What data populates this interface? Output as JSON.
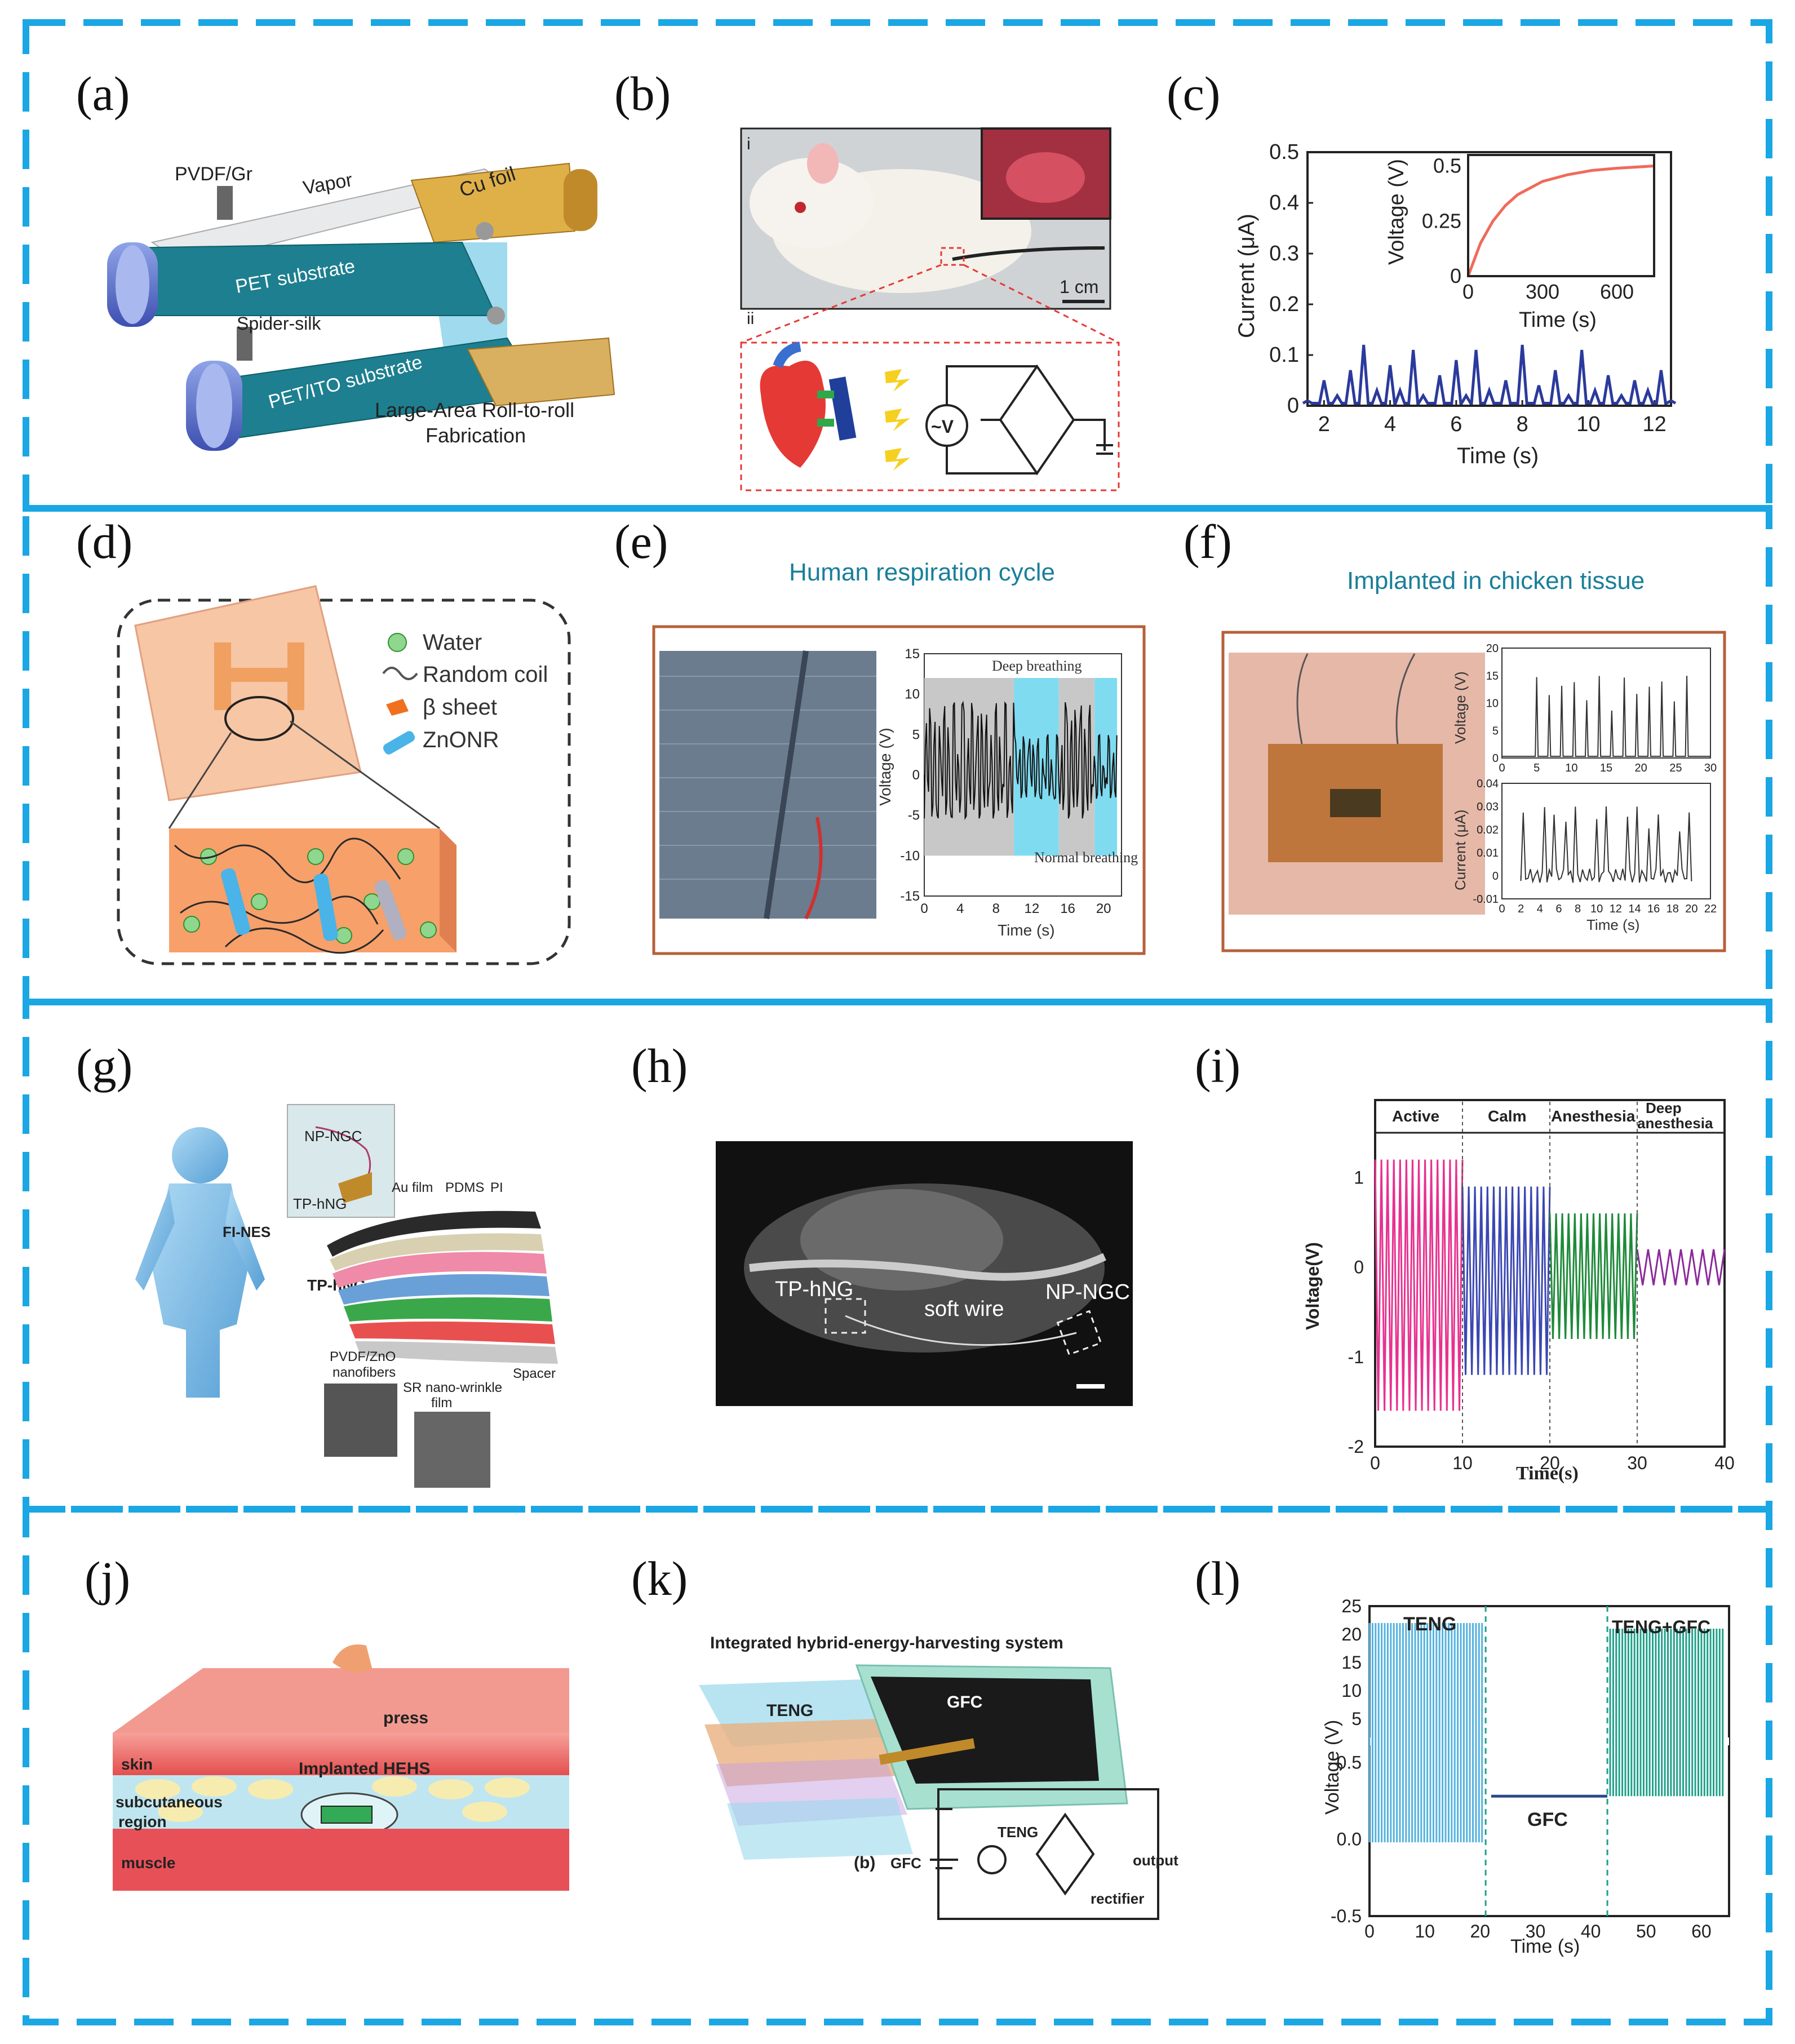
{
  "colors": {
    "dash_border": "#1aa7e4",
    "trace_blue": "#2b3a9c",
    "trace_red": "#f06a5a",
    "active_pink": "#e8318f",
    "calm_blue": "#3b47b3",
    "anesthesia_green": "#1f8a3a",
    "deep_purple": "#8a2a9a",
    "teal": "#20a08a",
    "teng_blue": "#54b2de",
    "e_frame": "#b5613a"
  },
  "panels": {
    "a": {
      "label": "(a)",
      "pvdf": "PVDF/Gr",
      "vapor": "Vapor",
      "cu": "Cu foil",
      "pet": "PET substrate",
      "spider": "Spider-silk",
      "ito": "PET/ITO substrate",
      "fab1": "Large-Area Roll-to-roll",
      "fab2": "Fabrication"
    },
    "b": {
      "label": "(b)",
      "i": "i",
      "ii": "ii",
      "scale": "1 cm",
      "src": "~V"
    },
    "c": {
      "label": "(c)",
      "ylabel": "Current (μA)",
      "xlabel": "Time (s)",
      "inset_ylabel": "Voltage (V)",
      "inset_xlabel": "Time (s)"
    },
    "d": {
      "label": "(d)",
      "legend": [
        "Water",
        "Random coil",
        "β sheet",
        "ZnONR"
      ]
    },
    "e": {
      "label": "(e)",
      "title": "Human respiration cycle",
      "deep": "Deep breathing",
      "normal": "Normal breathing",
      "ylabel": "Voltage (V)",
      "xlabel": "Time (s)"
    },
    "f": {
      "label": "(f)",
      "title": "Implanted in chicken tissue",
      "ylabel1": "Voltage (V)",
      "ylabel2": "Current (μA)",
      "xlabel": "Time (s)"
    },
    "g": {
      "label": "(g)",
      "npngc": "NP-NGC",
      "tphng_top": "TP-hNG",
      "fines": "FI-NES",
      "tphng": "TP-hNG",
      "au": "Au film",
      "pdms": "PDMS",
      "pi": "PI",
      "pvdf1": "PVDF/ZnO",
      "pvdf2": "nanofibers",
      "spacer": "Spacer",
      "sr1": "SR nano-wrinkle",
      "sr2": "film"
    },
    "h": {
      "label": "(h)",
      "tphng": "TP-hNG",
      "wire": "soft wire",
      "npngc": "NP-NGC"
    },
    "i": {
      "label": "(i)",
      "phases": [
        "Active",
        "Calm",
        "Anesthesia",
        "Deep"
      ],
      "phase4b": "anesthesia",
      "ylabel": "Voltage(V)",
      "xlabel": "Time(s)"
    },
    "j": {
      "label": "(j)",
      "press": "press",
      "skin": "skin",
      "implant": "Implanted HEHS",
      "sub1": "subcutaneous",
      "sub2": "region",
      "muscle": "muscle"
    },
    "k": {
      "label": "(k)",
      "title": "Integrated hybrid-energy-harvesting system",
      "teng": "TENG",
      "gfc": "GFC",
      "b": "(b)",
      "gfc2": "GFC",
      "teng2": "TENG",
      "output": "output",
      "rectifier": "rectifier"
    },
    "l": {
      "label": "(l)",
      "teng": "TENG",
      "gfc": "GFC",
      "both": "TENG+GFC",
      "ylabel": "Voltage (V)",
      "xlabel": "Time (s)"
    }
  },
  "chart_data": [
    {
      "panel": "c",
      "type": "line",
      "x": [
        1.5,
        2.0,
        2.4,
        2.8,
        3.2,
        3.6,
        4.0,
        4.3,
        4.7,
        5.0,
        5.5,
        6.0,
        6.3,
        6.6,
        7.0,
        7.5,
        8.0,
        8.5,
        9.0,
        9.4,
        9.8,
        10.2,
        10.6,
        11.0,
        11.4,
        11.8,
        12.2,
        12.5
      ],
      "y": [
        0.01,
        0.05,
        0.02,
        0.07,
        0.12,
        0.03,
        0.08,
        0.03,
        0.11,
        0.02,
        0.06,
        0.09,
        0.02,
        0.11,
        0.03,
        0.05,
        0.12,
        0.04,
        0.07,
        0.02,
        0.11,
        0.03,
        0.06,
        0.02,
        0.05,
        0.03,
        0.07,
        0.01
      ],
      "xlabel": "Time (s)",
      "ylabel": "Current (μA)",
      "xlim": [
        1.5,
        12.5
      ],
      "ylim": [
        0,
        0.5
      ],
      "xticks": [
        2,
        4,
        6,
        8,
        10,
        12
      ],
      "yticks": [
        0,
        0.1,
        0.2,
        0.3,
        0.4,
        0.5
      ],
      "inset": {
        "x": [
          0,
          50,
          100,
          150,
          200,
          300,
          400,
          500,
          600,
          750
        ],
        "y": [
          0,
          0.15,
          0.25,
          0.32,
          0.37,
          0.43,
          0.46,
          0.48,
          0.49,
          0.5
        ],
        "xlabel": "Time (s)",
        "ylabel": "Voltage (V)",
        "xticks": [
          0,
          300,
          600
        ],
        "yticks": [
          0,
          0.25,
          0.5
        ],
        "xlim": [
          0,
          750
        ],
        "ylim": [
          0,
          0.55
        ]
      }
    },
    {
      "panel": "e",
      "type": "line",
      "xlabel": "Time (s)",
      "ylabel": "Voltage (V)",
      "xlim": [
        0,
        22
      ],
      "ylim": [
        -15,
        15
      ],
      "xticks": [
        0,
        4,
        8,
        12,
        16,
        20
      ],
      "yticks": [
        -15,
        -10,
        -5,
        0,
        5,
        10,
        15
      ],
      "regions": [
        {
          "from": 0,
          "to": 10,
          "kind": "deep"
        },
        {
          "from": 10,
          "to": 15,
          "kind": "normal"
        },
        {
          "from": 15,
          "to": 19,
          "kind": "deep"
        },
        {
          "from": 19,
          "to": 21.5,
          "kind": "normal"
        }
      ]
    },
    {
      "panel": "f",
      "type": "line",
      "xlabel": "Time (s)",
      "voltage": {
        "ylabel": "Voltage (V)",
        "xlim": [
          0,
          30
        ],
        "ylim": [
          0,
          20
        ],
        "xticks": [
          0,
          5,
          10,
          15,
          20,
          25,
          30
        ],
        "yticks": [
          0,
          5,
          10,
          15,
          20
        ]
      },
      "current": {
        "ylabel": "Current (μA)",
        "xlim": [
          0,
          22
        ],
        "ylim": [
          -0.01,
          0.04
        ],
        "xticks": [
          0,
          2,
          4,
          6,
          8,
          10,
          12,
          14,
          16,
          18,
          20,
          22
        ],
        "yticks": [
          -0.01,
          0,
          0.01,
          0.02,
          0.03,
          0.04
        ]
      }
    },
    {
      "panel": "i",
      "type": "line",
      "xlabel": "Time(s)",
      "ylabel": "Voltage(V)",
      "xlim": [
        0,
        40
      ],
      "ylim": [
        -2,
        1.5
      ],
      "xticks": [
        0,
        10,
        20,
        30,
        40
      ],
      "yticks": [
        -2,
        -1,
        0,
        1
      ],
      "series": [
        {
          "name": "Active",
          "x": [
            0,
            10
          ],
          "amplitude_max": 1.2,
          "amplitude_min": -1.6
        },
        {
          "name": "Calm",
          "x": [
            10,
            20
          ],
          "amplitude_max": 0.9,
          "amplitude_min": -1.2
        },
        {
          "name": "Anesthesia",
          "x": [
            20,
            30
          ],
          "amplitude_max": 0.6,
          "amplitude_min": -0.8
        },
        {
          "name": "Deep anesthesia",
          "x": [
            30,
            40
          ],
          "amplitude_max": 0.2,
          "amplitude_min": -0.2
        }
      ]
    },
    {
      "panel": "l",
      "type": "line",
      "xlabel": "Time (s)",
      "ylabel": "Voltage (V)",
      "xlim": [
        0,
        65
      ],
      "xticks": [
        0,
        10,
        20,
        30,
        40,
        50,
        60
      ],
      "yticks_lower": [
        -0.5,
        0.0,
        0.5
      ],
      "yticks_upper": [
        5,
        10,
        15,
        20,
        25
      ],
      "series": [
        {
          "name": "TENG",
          "x": [
            0,
            20.5
          ],
          "peak": 22,
          "base": 0.0
        },
        {
          "name": "GFC",
          "x": [
            22,
            43
          ],
          "level": 0.28
        },
        {
          "name": "TENG+GFC",
          "x": [
            43.5,
            64
          ],
          "peak": 21,
          "base": 0.28
        }
      ]
    }
  ]
}
